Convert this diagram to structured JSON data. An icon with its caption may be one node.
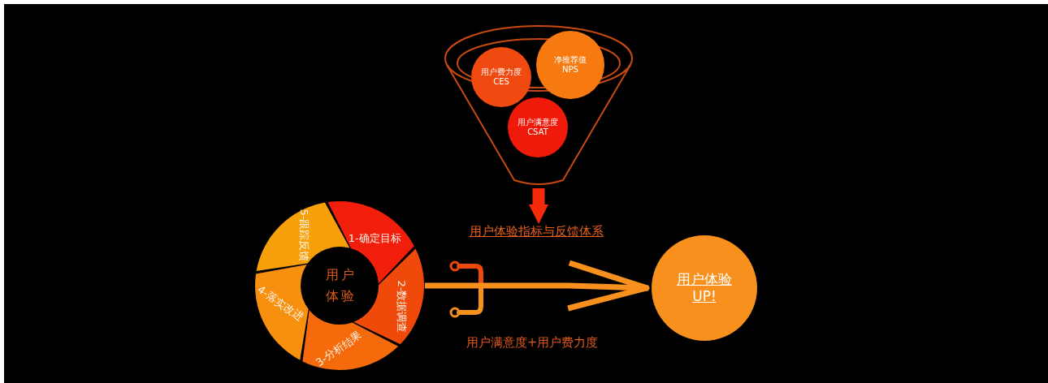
{
  "diagram": {
    "nodes": [
      {
        "text": [],
        "shape": "funnel"
      },
      {
        "text": [
          "用户费力度",
          "CES"
        ],
        "in": 0
      },
      {
        "text": [
          "净推荐值",
          "NPS"
        ],
        "in": 0
      },
      {
        "text": [
          "用户满意度",
          "CSAT"
        ],
        "in": 0
      },
      {
        "text": [
          "用户体验指标与反馈体系"
        ]
      },
      {
        "text": [
          "用户体验"
        ]
      },
      {
        "text": [
          "1-确定目标"
        ],
        "in": 5
      },
      {
        "text": [
          "2-数据调查"
        ],
        "in": 5
      },
      {
        "text": [
          "3-分析结果"
        ],
        "in": 5
      },
      {
        "text": [
          "4-落实改进"
        ],
        "in": 5
      },
      {
        "text": [
          "5-跟踪反馈"
        ],
        "in": 5
      },
      {
        "text": [
          "用户体验",
          "UP!"
        ]
      }
    ],
    "edges": [
      {
        "from": 0,
        "to": 4,
        "arrow": "to",
        "style": "thick",
        "color": "#f52a0a"
      },
      {
        "from": 5,
        "to": 11,
        "arrow": "to",
        "label": "用户满意度+用户费力度",
        "color": "#f7901c"
      }
    ]
  }
}
